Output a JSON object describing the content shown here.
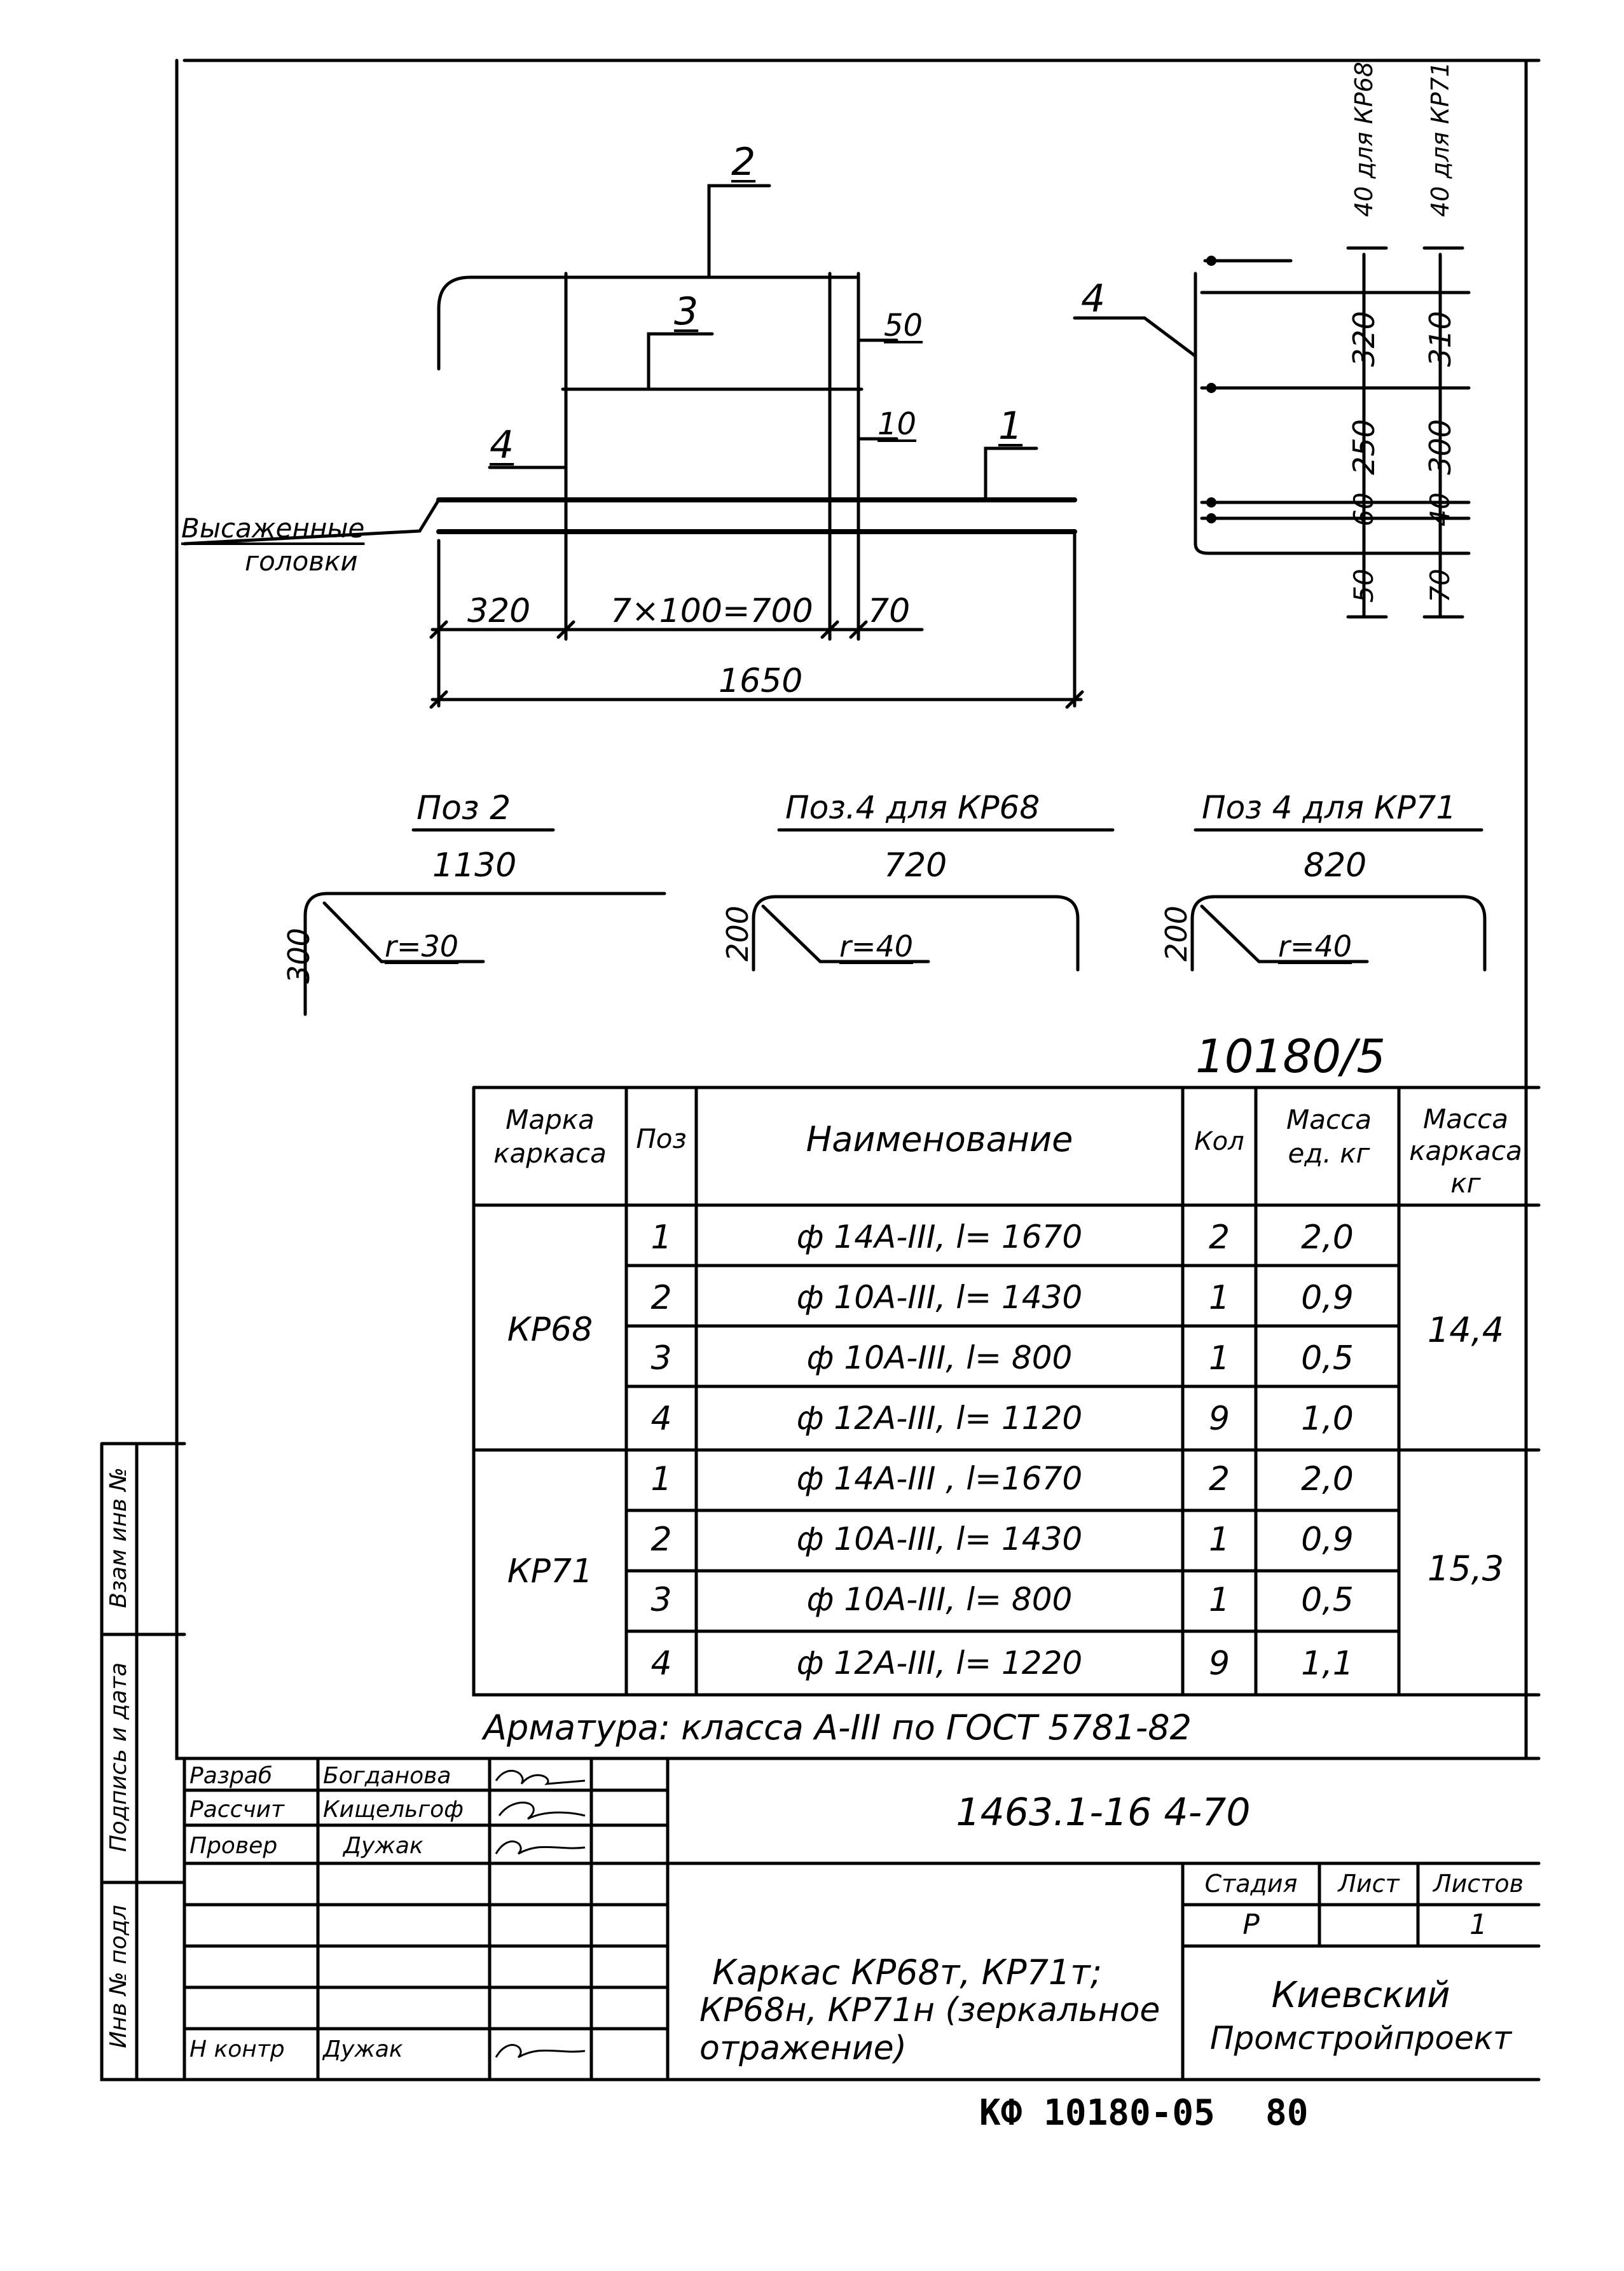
{
  "drawing": {
    "pos_labels": {
      "p1": "1",
      "p2": "2",
      "p3": "3",
      "p4": "4",
      "p4_side": "4"
    },
    "small_dims": {
      "d50": "50",
      "d10": "10"
    },
    "heads_label": [
      "Высаженные",
      "головки"
    ],
    "bottom_dims": {
      "left": "320",
      "middle": "7×100=700",
      "right": "70",
      "total": "1650"
    },
    "side_headers": {
      "kr68": "40 для КР68",
      "kr71": "40 для КР71"
    },
    "side_kr68": [
      "320",
      "250",
      "60",
      "50"
    ],
    "side_kr71": [
      "310",
      "300",
      "40",
      "70"
    ]
  },
  "bends": [
    {
      "title": "Поз 2",
      "length": "1130",
      "height": "300",
      "radius": "r=30"
    },
    {
      "title": "Поз.4 для КР68",
      "length": "720",
      "height": "200",
      "radius": "r=40"
    },
    {
      "title": "Поз 4 для КР71",
      "length": "820",
      "height": "200",
      "radius": "r=40"
    }
  ],
  "table": {
    "doc_number": "10180/5",
    "headers": {
      "mark": "Марка каркаса",
      "pos": "Поз",
      "name": "Наименование",
      "qty": "Кол",
      "mass_unit": "Масса ед. кг",
      "mass_total": "Масса каркаса кг"
    },
    "groups": [
      {
        "mark": "КР68",
        "mass_total": "14,4",
        "rows": [
          {
            "pos": "1",
            "name": "ф 14A-III, l= 1670",
            "qty": "2",
            "mass": "2,0"
          },
          {
            "pos": "2",
            "name": "ф 10A-III, l= 1430",
            "qty": "1",
            "mass": "0,9"
          },
          {
            "pos": "3",
            "name": "ф 10A-III, l= 800",
            "qty": "1",
            "mass": "0,5"
          },
          {
            "pos": "4",
            "name": "ф 12A-III, l= 1120",
            "qty": "9",
            "mass": "1,0"
          }
        ]
      },
      {
        "mark": "КР71",
        "mass_total": "15,3",
        "rows": [
          {
            "pos": "1",
            "name": "ф 14A-III , l=1670",
            "qty": "2",
            "mass": "2,0"
          },
          {
            "pos": "2",
            "name": "ф 10A-III, l= 1430",
            "qty": "1",
            "mass": "0,9"
          },
          {
            "pos": "3",
            "name": "ф 10A-III, l= 800",
            "qty": "1",
            "mass": "0,5"
          },
          {
            "pos": "4",
            "name": "ф 12A-III, l= 1220",
            "qty": "9",
            "mass": "1,1"
          }
        ]
      }
    ],
    "note": "Арматура: класса A-III по ГОСТ 5781-82"
  },
  "side_strip": [
    "Инв № подл",
    "Подпись и дата",
    "Взам инв №"
  ],
  "title_block": {
    "roles": [
      {
        "role": "Разраб",
        "name": "Богданова"
      },
      {
        "role": "Рассчит",
        "name": "Кищельгоф"
      },
      {
        "role": "Провер",
        "name": "Дужак"
      },
      {
        "role": "",
        "name": ""
      },
      {
        "role": "",
        "name": ""
      },
      {
        "role": "",
        "name": ""
      },
      {
        "role": "Н контр",
        "name": "Дужак"
      }
    ],
    "code": "1463.1-16 4-70",
    "description": [
      "Каркас КР68т, КР71т;",
      "КР68н, КР71н (зеркальное",
      "отражение)"
    ],
    "stage_label": "Стадия",
    "sheet_label": "Лист",
    "sheets_label": "Листов",
    "stage": "Р",
    "sheet": "",
    "sheets": "1",
    "org": [
      "Киевский",
      "Промстройпроект"
    ]
  },
  "stamp": {
    "archive": "КФ 10180-05",
    "page": "80"
  }
}
